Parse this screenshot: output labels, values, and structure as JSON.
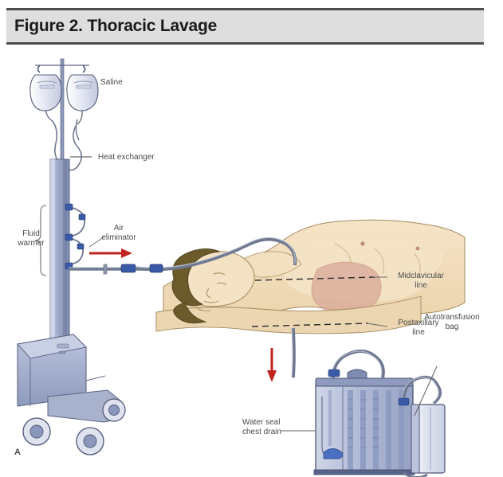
{
  "figure": {
    "header_title": "Figure 2. Thoracic Lavage",
    "panel_letter": "A",
    "header_bg": "#dedede",
    "header_border": "#4c4c4c",
    "background": "#ffffff"
  },
  "labels": {
    "saline": "Saline",
    "heat_exchanger": "Heat exchanger",
    "fluid_warmer_line1": "Fluid",
    "fluid_warmer_line2": "warmer",
    "air_eliminator_line1": "Air",
    "air_eliminator_line2": "eliminator",
    "midclavicular_line1": "Midclavicular",
    "midclavicular_line2": "line",
    "postaxillary_line1": "Postaxillary",
    "postaxillary_line2": "line",
    "autotransfusion_line1": "Autotransfusion",
    "autotransfusion_line2": "bag",
    "water_seal_line1": "Water seal",
    "water_seal_line2": "chest drain"
  },
  "colors": {
    "skin": "#f0d9b8",
    "skin_shadow": "#e3c49c",
    "torso_pink": "#d9a898",
    "hair": "#6b5a2a",
    "device_blue": "#a8b4d4",
    "device_blue_dark": "#7f8fb8",
    "connector_blue": "#3a5aa8",
    "tubing_gray": "#808a96",
    "arrow_red": "#c0241f",
    "line_dark": "#333333",
    "label_text": "#4a4a4a"
  },
  "components": [
    "iv-pole",
    "saline-bags",
    "heat-exchanger",
    "fluid-warmer",
    "air-eliminator",
    "warmer-cart",
    "patient",
    "chest-tubing",
    "midclavicular-marker",
    "postaxillary-marker",
    "water-seal-chest-drain",
    "autotransfusion-bag",
    "flow-arrow-inflow",
    "flow-arrow-outflow"
  ]
}
